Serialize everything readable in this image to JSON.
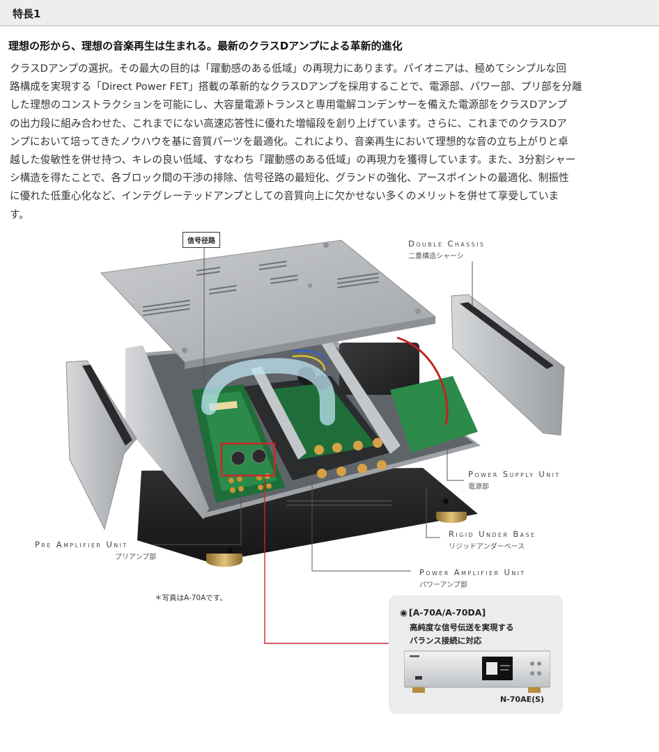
{
  "section": {
    "title": "特長1"
  },
  "headline": "理想の形から、理想の音楽再生は生まれる。最新のクラスDアンプによる革新的進化",
  "body_lines": [
    "クラスDアンプの選択。その最大の目的は「躍動感のある低域」の再現力にあります。パイオニアは、極めてシンプルな回",
    "路構成を実現する「Direct Power FET」搭載の革新的なクラスDアンプを採用することで、電源部、パワー部、プリ部を分離",
    "した理想のコンストラクションを可能にし、大容量電源トランスと専用電解コンデンサーを備えた電源部をクラスDアンプ",
    "の出力段に組み合わせた、これまでにない高速応答性に優れた増幅段を創り上げています。さらに、これまでのクラスDア",
    "ンプにおいて培ってきたノウハウを基に音質パーツを最適化。これにより、音楽再生において理想的な音の立ち上がりと卓",
    "越した俊敏性を併せ持つ、キレの良い低域、すなわち「躍動感のある低域」の再現力を獲得しています。また、3分割シャー",
    "シ構造を得たことで、各ブロック間の干渉の排除、信号径路の最短化、グランドの強化、アースポイントの最適化、制振性",
    "に優れた低重心化など、インテグレーテッドアンプとしての音質向上に欠かせない多くのメリットを併せて享受していま",
    "す。"
  ],
  "labels": {
    "signal_path": "信号径路",
    "double_chassis_en": "Double Chassis",
    "double_chassis_jp": "二重構造シャーシ",
    "power_supply_en": "Power Supply Unit",
    "power_supply_jp": "電源部",
    "rigid_base_en": "Rigid Under Base",
    "rigid_base_jp": "リジッドアンダーベース",
    "pre_amp_en": "Pre Amplifier Unit",
    "pre_amp_jp": "プリアンプ部",
    "power_amp_en": "Power Amplifier Unit",
    "power_amp_jp": "パワーアンプ部"
  },
  "note": "＊写真はA-70Aです。",
  "callout": {
    "model": "[A-70A/A-70DA]",
    "desc_line1": "高純度な信号伝送を実現する",
    "desc_line2": "バランス接続に対応",
    "product": "N-70AE(S)"
  },
  "colors": {
    "highlight_red": "#d0242b",
    "header_bg": "#eeeeee",
    "callout_bg": "#ececec"
  }
}
